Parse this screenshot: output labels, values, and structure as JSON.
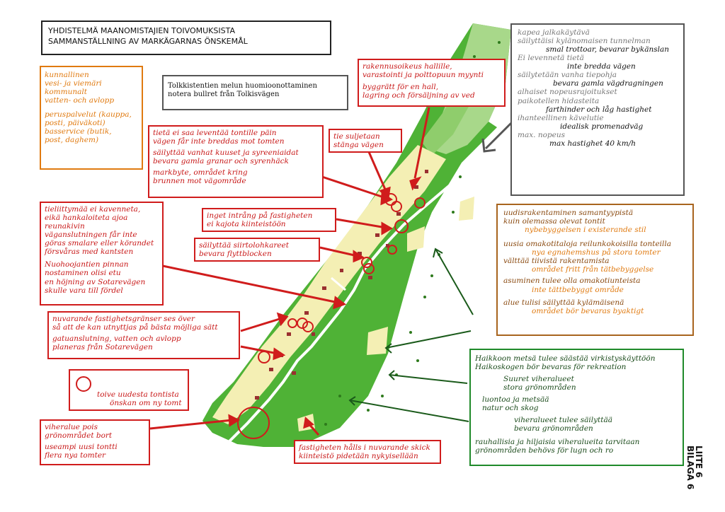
{
  "title": {
    "line1": "YHDISTELMÄ MAANOMISTAJIEN TOIVOMUKSISTA",
    "line2": "SAMMANSTÄLLNING AV MARKÄGARNAS ÖNSKEMÅL"
  },
  "services_note": {
    "l1": "kunnallinen",
    "l2": "vesi- ja viemäri",
    "l3": "kommunalt",
    "l4": "vatten- och avlopp",
    "l5": "peruspalvelut (kauppa,",
    "l6": "posti, päiväkoti)",
    "l7": "basservice (butik,",
    "l8": "post, daghem)"
  },
  "noise_note": {
    "l1": "Tolkkistentien melun huomioonottaminen",
    "l2": "notera bullret från Tolkisvägen"
  },
  "building_rights_note": {
    "l1": "rakennusoikeus hallille,",
    "l2": "varastointi ja polttopuun myynti",
    "l3": "byggrätt för en hall,",
    "l4": "lagring och försäljning av ved"
  },
  "road_closed_note": {
    "l1": "tie suljetaan",
    "l2": "stänga vägen"
  },
  "road_width_note": {
    "l1": "tietä ei saa leventää tontille päin",
    "l2": "vägen får inte breddas mot tomten",
    "l3": "säilyttää vanhat kuuset ja syreeniaidat",
    "l4": "bevara gamla granar och syrenhäck",
    "l5": "markbyte, området kring",
    "l6": "brunnen mot vägområde"
  },
  "no_intrusion_note": {
    "l1": "inget intrång på fastigheten",
    "l2": "ei kajota kiinteistöön"
  },
  "boulders_note": {
    "l1": "säilyttää siirtolohkareet",
    "l2": "bevara flyttblocken"
  },
  "connection_note": {
    "l1": "tieliittymää ei kavenneta,",
    "l2": "eikä hankaloiteta ajoa",
    "l3": "reunakivin",
    "l4": "väganslutningen får inte",
    "l5": "göras smalare eller körandet",
    "l6": "försvåras med kantsten",
    "l7": "Nuohoojantien pinnan",
    "l8": "nostaminen olisi etu",
    "l9": "en höjning av Sotarevägen",
    "l10": "skulle vara till fördel"
  },
  "boundaries_note": {
    "l1": "nuvarande fastighetsgränser ses över",
    "l2": "så att de kan utnyttjas på bästa möjliga sätt",
    "l3": "gatuanslutning, vatten och avlopp",
    "l4": "planeras från Sotarevägen"
  },
  "legend": {
    "l1": "toive uudesta tontista",
    "l2": "önskan om ny tomt"
  },
  "green_area_note": {
    "l1": "viheralue pois",
    "l2": "grönområdet bort",
    "l3": "useampi uusi tontti",
    "l4": "flera nya tomter"
  },
  "property_note": {
    "l1": "fastigheten hålls i nuvarande skick",
    "l2": "kiinteistö pidetään nykyisellään"
  },
  "road_wishes": {
    "fi1": "kapea jalkakäytävä",
    "fi2": "säilyttäisi kylänomaisen tunnelman",
    "sv1": "smal trottoar, bevarar bykänslan",
    "fi3": "Ei levennetä tietä",
    "sv2": "inte bredda vägen",
    "fi4": "säilytetään vanha tiepohja",
    "sv3": "bevara gamla vägdragningen",
    "fi5": "alhaiset nopeusrajoitukset",
    "fi6": "paikotellen hidasteita",
    "sv4": "farthinder och låg hastighet",
    "fi7": "ihanteellinen kävelutie",
    "sv5": "idealisk promenadväg",
    "fi8": "max. nopeus",
    "sv6": "max hastighet 40 km/h"
  },
  "building_style": {
    "fi1": "uudisrakentaminen samantyypistä",
    "fi2": "kuin olemassa olevat tontit",
    "sv1": "nybebyggelsen i existerande stil",
    "fi3": "uusia omakotitaloja reilunkokoisilla tonteilla",
    "sv2": "nya egnahemshus på stora tomter",
    "fi4": "välttää tiivistä rakentamista",
    "sv3": "området fritt från tätbebyggelse",
    "fi5": "asuminen tulee olla omakotiunteista",
    "sv4": "inte tättbebyggt område",
    "fi6": "alue tulisi säilyttää kylämäisenä",
    "sv5": "området bör bevaras byaktigt"
  },
  "forest_note": {
    "fi1": "Haikkoon metsä tulee säästää virkistyskäyttöön",
    "sv1": "Haikoskogen bör bevaras för rekreation",
    "fi2": "Suuret viheralueet",
    "sv2": "stora grönområden",
    "fi3": "luontoa ja metsää",
    "sv3": "natur och skog",
    "fi4": "viheralueet tulee säilyttää",
    "sv4": "bevara grönområden",
    "fi5": "rauhallisia ja hiljaisia viheralueita tarvitaan",
    "sv5": "grönområden behövs för lugn och ro"
  },
  "appendix": {
    "l1": "LIITE 6",
    "l2": "BILAGA 6"
  },
  "colors": {
    "forest": "#4fb236",
    "light_green": "#a8d88a",
    "plots": "#f4efb4",
    "road": "#ffffff",
    "note_red": "#d01c1c",
    "note_orange": "#a8641e",
    "note_green": "#1f8a2a"
  }
}
